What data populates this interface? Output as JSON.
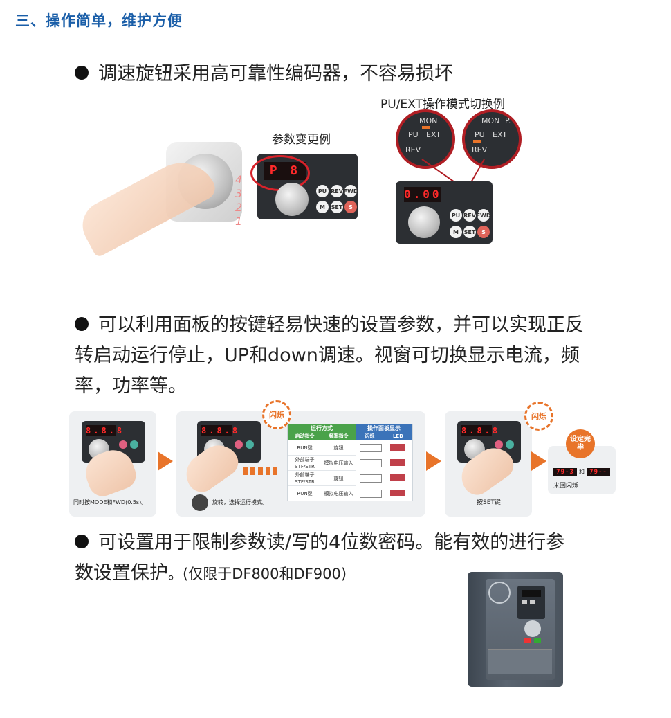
{
  "section": {
    "title": "三、操作简单，维护方便"
  },
  "feature1": {
    "text": "调速旋钮采用高可靠性编码器，不容易损坏",
    "caption_param": "参数变更例",
    "caption_mode": "PU/EXT操作模式切换例",
    "lcd_left": "P  8",
    "lcd_right": "0.00",
    "dial_marks": [
      "4",
      "3",
      "2",
      "1"
    ],
    "zoom_labels": {
      "mon": "MON",
      "pu": "PU",
      "ext": "EXT",
      "rev": "REV",
      "p": "P."
    }
  },
  "feature2": {
    "line1": "可以利用面板的按键轻易快速的设置参数，并可以实现正反",
    "line2": "转启动运行停止，UP和down调速。视窗可切换显示电流，频",
    "line3": "率，功率等。",
    "flash_label": "闪烁",
    "step1_caption": "同时按MODE和FWD(0.5s)。",
    "step2_caption": "旋转，选择运行模式。",
    "step3_caption": "按SET键",
    "done_label": "设定完毕",
    "done_caption": "来回闪烁",
    "done_and": "和",
    "done_lcd_a": "79-3",
    "done_lcd_b": "79--",
    "table_headers": [
      "运行方式",
      "操作面板显示"
    ],
    "table_sub": [
      "启动指令",
      "频率指令",
      "闪烁",
      "LED"
    ],
    "table_rows": [
      [
        "RUN键",
        "旋钮"
      ],
      [
        "外部端子STF/STR",
        "模拟电压输入"
      ],
      [
        "外部端子STF/STR",
        "旋钮"
      ],
      [
        "RUN键",
        "模拟电压输入"
      ]
    ]
  },
  "feature3": {
    "line1": "可设置用于限制参数读/写的4位数密码。能有效的进行参",
    "line2": "数设置保护",
    "line2_tail": "。(仅限于DF800和DF900)"
  },
  "colors": {
    "title_blue": "#1a5ea8",
    "accent_orange": "#e8742a",
    "zoom_red": "#b01e24"
  },
  "icons": [
    "bullet-icon",
    "knob-icon",
    "arrow-right-icon",
    "flash-icon",
    "hand-icon"
  ]
}
